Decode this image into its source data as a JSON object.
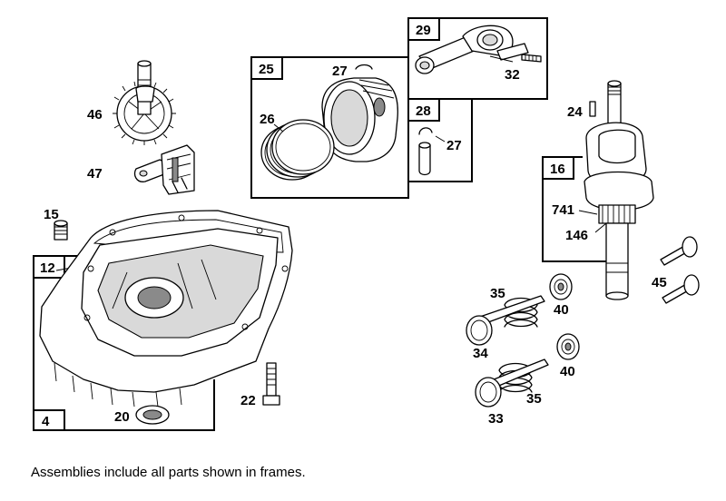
{
  "footnote": "Assemblies include all parts shown in frames.",
  "frames": {
    "f29": "29",
    "f25": "25",
    "f28": "28",
    "f16": "16",
    "f12": "12",
    "f4": "4"
  },
  "callouts": {
    "c27a": "27",
    "c32": "32",
    "c26": "26",
    "c27b": "27",
    "c46": "46",
    "c47": "47",
    "c24": "24",
    "c741": "741",
    "c146": "146",
    "c15": "15",
    "c35a": "35",
    "c40a": "40",
    "c45": "45",
    "c34": "34",
    "c40b": "40",
    "c35b": "35",
    "c33": "33",
    "c22": "22",
    "c20": "20"
  }
}
